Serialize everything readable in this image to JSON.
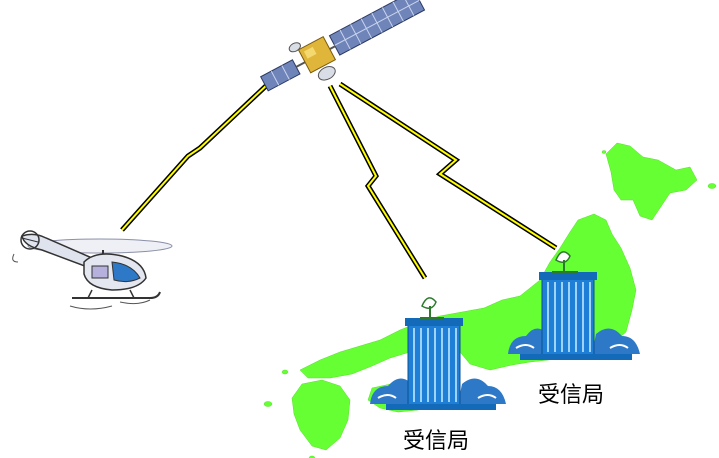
{
  "stations": [
    {
      "label": "受信局"
    },
    {
      "label": "受信局"
    }
  ],
  "colors": {
    "land": "#66ff33",
    "tower": "#1f7fd6",
    "tower_stripe": "#9ed2ff",
    "splash": "#2d79c8",
    "lightning": "#ffff00",
    "link_line": "#000000",
    "satellite_panel": "#6f84b8",
    "satellite_body": "#e0b63a"
  },
  "icons": [
    "satellite-icon",
    "helicopter-icon",
    "receiving-station-icon",
    "japan-map"
  ]
}
